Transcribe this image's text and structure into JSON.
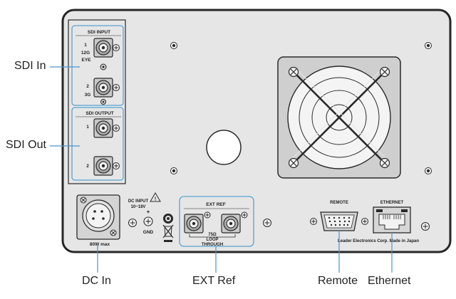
{
  "callouts": {
    "sdi_in": "SDI In",
    "sdi_out": "SDI Out",
    "dc_in": "DC In",
    "ext_ref": "EXT Ref",
    "remote": "Remote",
    "ethernet": "Ethernet"
  },
  "panel": {
    "sdi_input_title": "SDI  INPUT",
    "in1_num": "1",
    "in1_rate": "12G",
    "in1_eye": "EYE",
    "in2_num": "2",
    "in2_rate": "3G",
    "sdi_output_title": "SDI  OUTPUT",
    "out1_num": "1",
    "out2_num": "2",
    "power_rating": "80W  max",
    "dc_input_title": "DC INPUT",
    "dc_voltage": "10~18V",
    "plus_sign": "+",
    "gnd": "GND",
    "ext_ref_title": "EXT  REF",
    "ohm": "75Ω",
    "loop": "LOOP",
    "through": "THROUGH",
    "remote_title": "REMOTE",
    "ethernet_title": "ETHERNET",
    "maker_text": "Leader  Electronics  Corp.  Made  in  Japan",
    "warning_glyph": "!"
  },
  "colors": {
    "panel": "#e6e6e6",
    "panel_edge": "#262626",
    "callout_line": "#4a97cc",
    "box_line": "#5aa3d4",
    "metal": "#c9c9c9",
    "dark": "#2a2a2a"
  }
}
